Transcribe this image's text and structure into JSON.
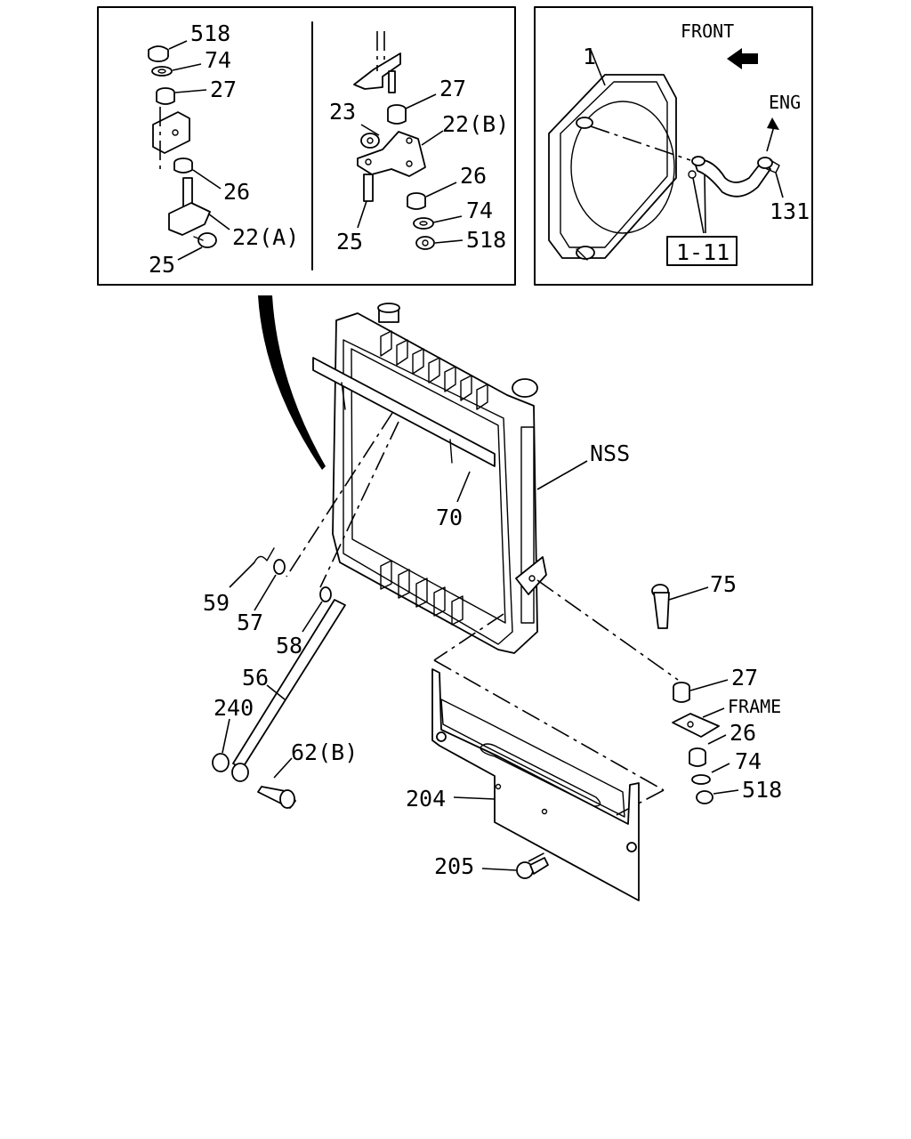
{
  "detail_left": {
    "a_labels": [
      "518",
      "74",
      "27",
      "26",
      "22(A)",
      "25"
    ],
    "b_labels": [
      "27",
      "23",
      "22(B)",
      "26",
      "74",
      "518",
      "25"
    ]
  },
  "detail_right": {
    "front_label": "FRONT",
    "eng_label": "ENG",
    "part_1": "1",
    "part_131": "131",
    "ref_box": "1-11"
  },
  "main": {
    "nss": "NSS",
    "p70": "70",
    "p59": "59",
    "p57": "57",
    "p58": "58",
    "p56": "56",
    "p240": "240",
    "p62b": "62(B)",
    "p75": "75",
    "p27": "27",
    "frame": "FRAME",
    "p26": "26",
    "p74": "74",
    "p518": "518",
    "p204": "204",
    "p205": "205"
  }
}
